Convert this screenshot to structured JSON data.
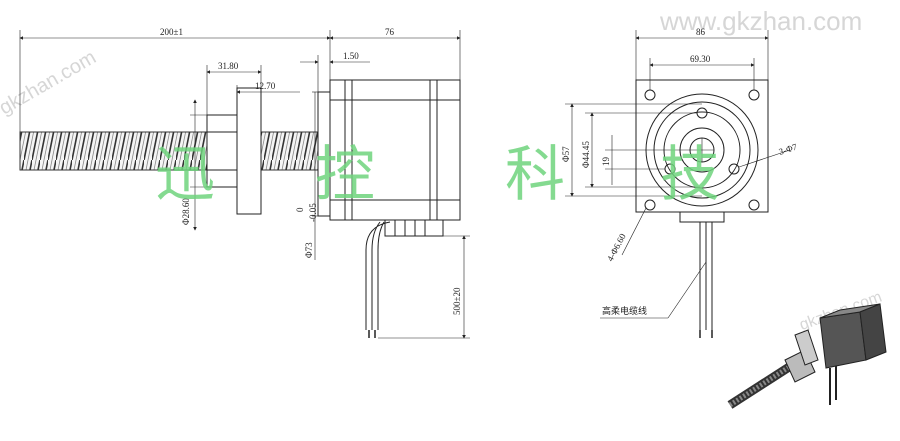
{
  "watermark": {
    "top": "www.gkzhan.com",
    "left": "gkzhan.com",
    "bottom": "gkzhan.com"
  },
  "brand_text": {
    "char1": "迅",
    "char2": "控",
    "char3": "科",
    "char4": "技"
  },
  "side_view": {
    "overall_length": "200±1",
    "nut_length": "31.80",
    "flange_thickness": "12.70",
    "motor_length": "76",
    "step_length": "1.50",
    "nut_diameter": "Φ28.60",
    "pilot_diameter": "Φ73",
    "pilot_tol_upper": "0",
    "pilot_tol_lower": "-0.05",
    "cable_length": "500±20"
  },
  "front_view": {
    "width": "86",
    "hole_spacing": "69.30",
    "bolt_circle": "Φ57",
    "inner_circle": "Φ44.45",
    "inner_offset": "19",
    "small_holes": "3-Φ7",
    "mount_holes": "4-Φ6.60",
    "cable_label": "高柔电缆线"
  },
  "colors": {
    "line": "#222222",
    "brand": "#6fd37c",
    "watermark": "#d6d6d6"
  }
}
